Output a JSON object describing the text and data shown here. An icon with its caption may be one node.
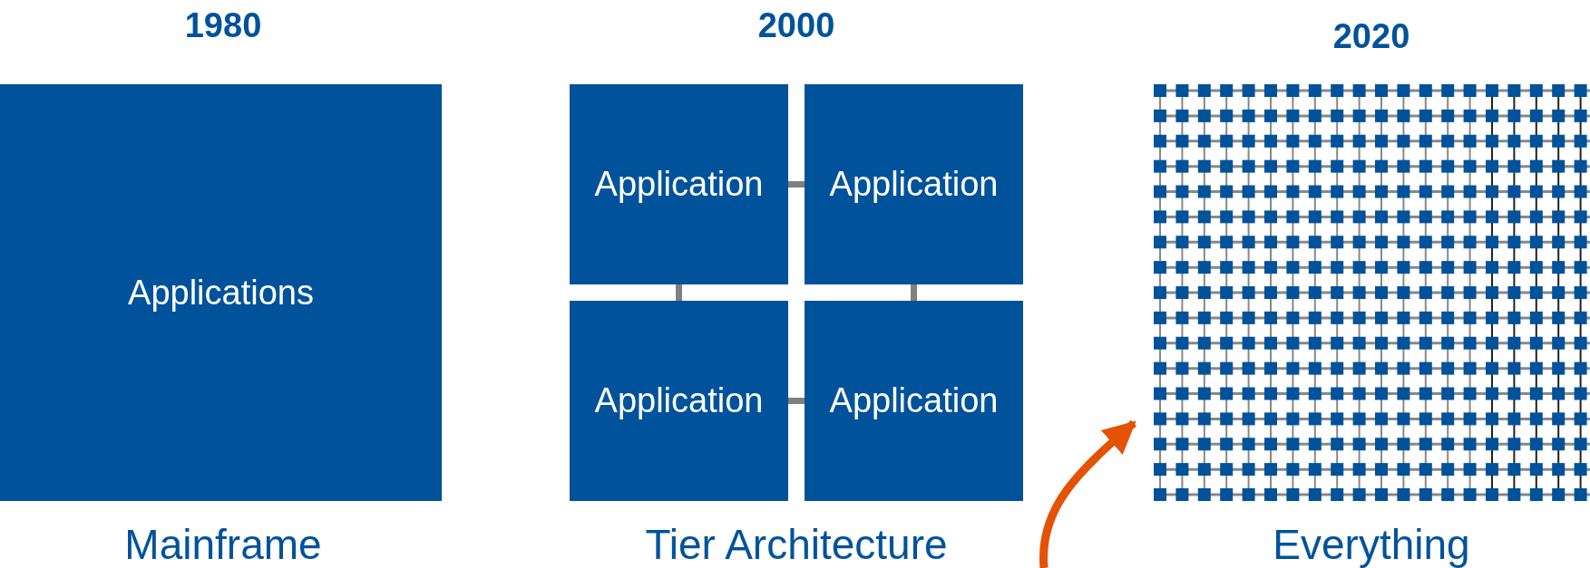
{
  "diagram": {
    "nodes": [
      {
        "text": [
          "Applications"
        ]
      },
      {
        "text": [
          "Application"
        ]
      },
      {
        "text": [
          "Application"
        ]
      },
      {
        "text": [
          "Application"
        ]
      },
      {
        "text": [
          "Application"
        ]
      },
      {
        "text": [],
        "shape": "picture"
      }
    ],
    "edges": [
      {
        "from": 1,
        "to": 2,
        "arrow": "none"
      },
      {
        "from": 1,
        "to": 3,
        "arrow": "none"
      },
      {
        "from": 2,
        "to": 4,
        "arrow": "none"
      },
      {
        "from": 3,
        "to": 4,
        "arrow": "none"
      },
      {
        "from": null,
        "to": 5,
        "arrow": "to",
        "color": "#e35205"
      }
    ],
    "labels": [
      "1980",
      "2000",
      "2020",
      "Mainframe",
      "Tier Architecture",
      "Everything"
    ]
  }
}
